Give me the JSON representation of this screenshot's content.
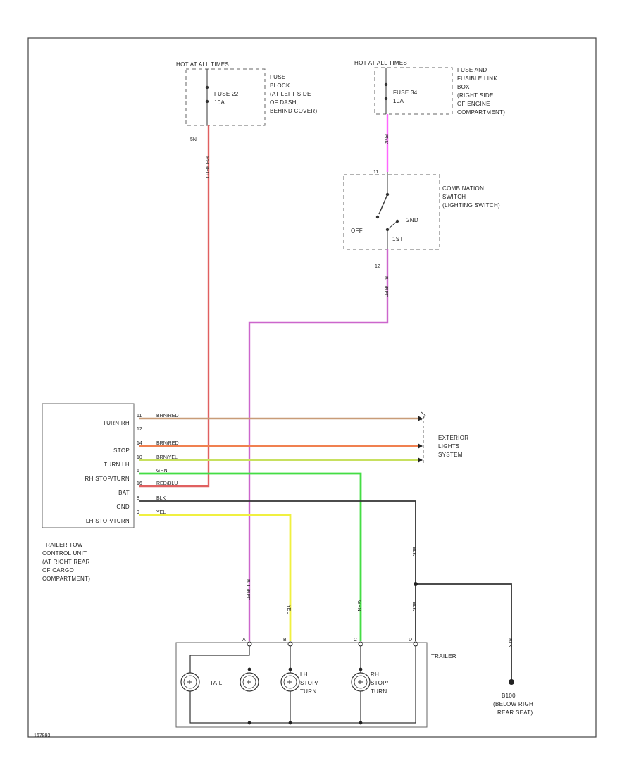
{
  "fuse_block": {
    "header": "HOT AT ALL TIMES",
    "fuse": [
      "FUSE 22",
      "10A"
    ],
    "desc": [
      "FUSE",
      "BLOCK",
      "(AT LEFT SIDE",
      "OF DASH,",
      "BEHIND COVER)"
    ],
    "pin": "5N"
  },
  "fusible_link": {
    "header": "HOT AT ALL TIMES",
    "fuse": [
      "FUSE 34",
      "10A"
    ],
    "desc": [
      "FUSE AND",
      "FUSIBLE LINK",
      "BOX",
      "(RIGHT SIDE",
      "OF ENGINE",
      "COMPARTMENT)"
    ]
  },
  "combo_switch": {
    "desc": [
      "COMBINATION",
      "SWITCH",
      "(LIGHTING SWITCH)"
    ],
    "positions": {
      "off": "OFF",
      "first": "1ST",
      "second": "2ND"
    },
    "pin_top": "11",
    "pin_bottom": "12"
  },
  "control_unit": {
    "pins": [
      "TURN RH",
      "",
      "STOP",
      "TURN LH",
      "RH STOP/TURN",
      "BAT",
      "GND",
      "LH STOP/TURN"
    ],
    "pin_nums": [
      "11",
      "12",
      "14",
      "10",
      "6",
      "16",
      "8",
      "9"
    ],
    "desc": [
      "TRAILER TOW",
      "CONTROL UNIT",
      "(AT RIGHT REAR",
      "OF CARGO",
      "COMPARTMENT)"
    ]
  },
  "wires": {
    "turn_rh": "BRN/RED",
    "stop": "BRN/RED",
    "turn_lh": "BRN/YEL",
    "rh_stop": "GRN",
    "bat": "RED/BLU",
    "gnd": "BLK",
    "lh_stop": "YEL",
    "fuse_out": "RED/BLU",
    "fuse34_out": "PNK",
    "switch_out": "BLU/RED",
    "trailer_tail": "BLU/RED",
    "trailer_lh": "YEL",
    "trailer_rh": "GRN",
    "trailer_gnd1": "BLK",
    "trailer_gnd2": "BLK",
    "ground_drop": "BLK"
  },
  "exterior": [
    "EXTERIOR",
    "LIGHTS",
    "SYSTEM"
  ],
  "trailer": {
    "label": "TRAILER",
    "lamps": [
      [
        "TAIL"
      ],
      [
        "LH",
        "STOP/",
        "TURN"
      ],
      [
        "RH",
        "STOP/",
        "TURN"
      ]
    ],
    "pins": [
      "A",
      "B",
      "C",
      "D"
    ]
  },
  "ground": [
    "B100",
    "(BELOW RIGHT",
    "REAR SEAT)"
  ],
  "footer": "167993",
  "colors": {
    "red": "#e06060",
    "pink": "#ff66ff",
    "violet": "#cc66cc",
    "brown": "#c89c78",
    "orange": "#f08050",
    "yellowgreen": "#c8e060",
    "green": "#44dd44",
    "yellow": "#f0f040",
    "black": "#333333"
  }
}
